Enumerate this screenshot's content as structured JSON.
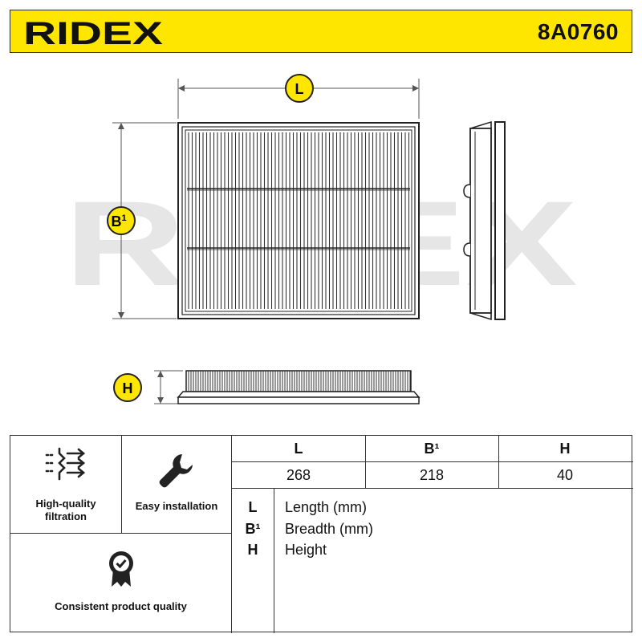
{
  "header": {
    "brand": "RIDEX",
    "part_number": "8A0760"
  },
  "drawing": {
    "watermark": "RIDEX",
    "dim_labels": {
      "length": "L",
      "breadth": "B",
      "breadth_sup": "1",
      "height": "H"
    }
  },
  "features": [
    {
      "label_line1": "High-quality",
      "label_line2": "filtration",
      "icon": "filtration-icon"
    },
    {
      "label_line1": "Easy installation",
      "icon": "wrench-icon"
    },
    {
      "label_line1": "Consistent product quality",
      "icon": "quality-badge-icon"
    }
  ],
  "dimensions": {
    "headers": [
      "L",
      "B¹",
      "H"
    ],
    "values": [
      "268",
      "218",
      "40"
    ]
  },
  "legend": [
    {
      "symbol": "L",
      "desc": "Length (mm)"
    },
    {
      "symbol": "B¹",
      "desc": "Breadth (mm)"
    },
    {
      "symbol": "H",
      "desc": "Height"
    }
  ],
  "colors": {
    "brand_yellow": "#ffe600",
    "line": "#222222",
    "watermark": "#e6e6e6"
  }
}
